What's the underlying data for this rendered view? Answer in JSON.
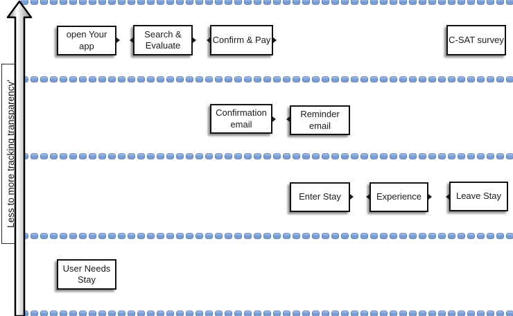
{
  "axis_label": "Less to more tracking transparency'",
  "boxes": [
    {
      "id": "open-your-app",
      "label": "open Your app"
    },
    {
      "id": "search-evaluate",
      "label": "Search &\nEvaluate"
    },
    {
      "id": "confirm-pay",
      "label": "Confirm & Pay"
    },
    {
      "id": "csat-survey",
      "label": "C-SAT survey"
    },
    {
      "id": "confirmation-email",
      "label": "Confirmation\nemail"
    },
    {
      "id": "reminder-email",
      "label": "Reminder email"
    },
    {
      "id": "enter-stay",
      "label": "Enter Stay"
    },
    {
      "id": "experience",
      "label": "Experience"
    },
    {
      "id": "leave-stay",
      "label": "Leave Stay"
    },
    {
      "id": "user-needs-stay",
      "label": "User Needs\nStay"
    }
  ],
  "colors": {
    "bead_main": "#7fa0d6",
    "bead_highlight": "#b3c8ea",
    "bead_edge": "#496799",
    "box_border": "#111111",
    "box_background": "#ffffff",
    "arrow_fill_light": "#ffffff",
    "arrow_fill_dark": "#8a8a8a",
    "arrow_outline": "#000000"
  }
}
